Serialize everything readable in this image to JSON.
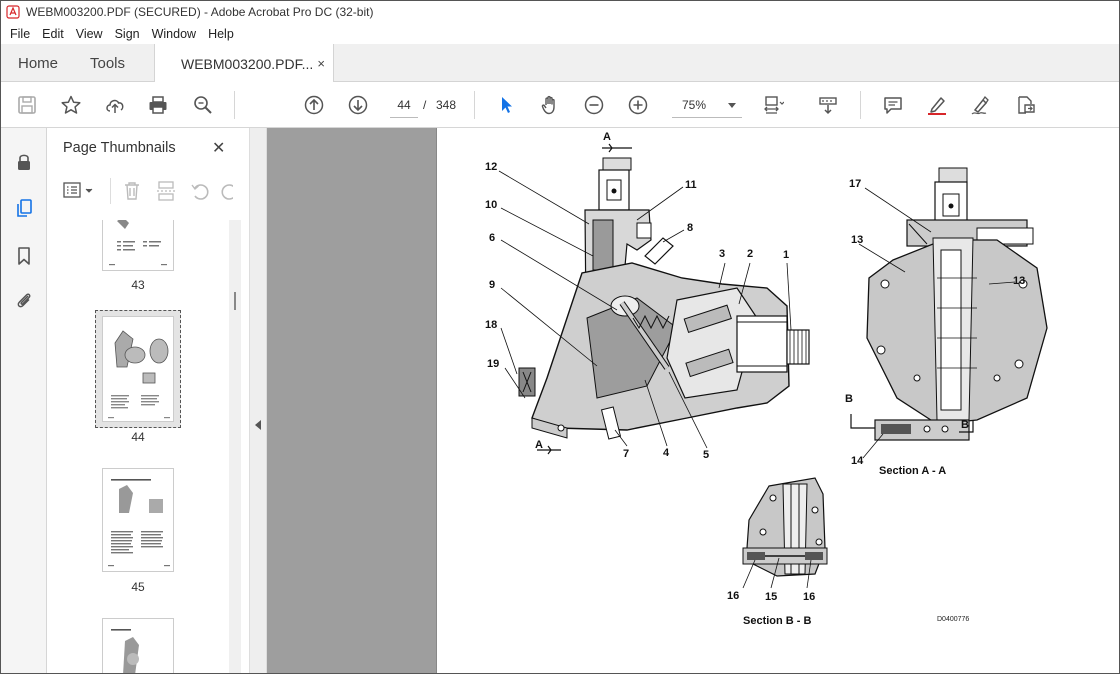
{
  "window": {
    "title": "WEBM003200.PDF (SECURED) - Adobe Acrobat Pro DC (32-bit)"
  },
  "menu": [
    "File",
    "Edit",
    "View",
    "Sign",
    "Window",
    "Help"
  ],
  "tabs": {
    "home": "Home",
    "tools": "Tools",
    "document": "WEBM003200.PDF...",
    "close": "×"
  },
  "toolbar": {
    "page_current": "44",
    "page_separator": "/",
    "page_total": "348",
    "zoom": "75%"
  },
  "thumbnails": {
    "title": "Page Thumbnails",
    "close": "✕",
    "pages": [
      {
        "label": "43"
      },
      {
        "label": "44",
        "selected": true
      },
      {
        "label": "45"
      }
    ]
  },
  "figure": {
    "callouts": [
      "A",
      "12",
      "11",
      "10",
      "8",
      "6",
      "3",
      "2",
      "1",
      "9",
      "18",
      "19",
      "A",
      "7",
      "4",
      "5",
      "17",
      "13",
      "13",
      "B",
      "B",
      "14",
      "16",
      "15",
      "16"
    ],
    "captions": {
      "section_aa": "Section A - A",
      "section_bb": "Section B - B"
    },
    "drawing_code": "D0400776"
  },
  "colors": {
    "accent_blue": "#1473e6",
    "canvas_gray": "#9e9e9e",
    "adobe_red": "#d7262a"
  },
  "icons": [
    "save-icon",
    "star-icon",
    "upload-icon",
    "print-icon",
    "zoom-search-icon",
    "page-up-icon",
    "page-down-icon",
    "select-arrow-icon",
    "hand-icon",
    "zoom-out-icon",
    "zoom-in-icon",
    "fit-page-icon",
    "scroll-mode-icon",
    "comment-icon",
    "highlight-icon",
    "sign-icon",
    "export-icon",
    "lock-icon",
    "copy-pages-icon",
    "bookmark-icon",
    "paperclip-icon"
  ]
}
